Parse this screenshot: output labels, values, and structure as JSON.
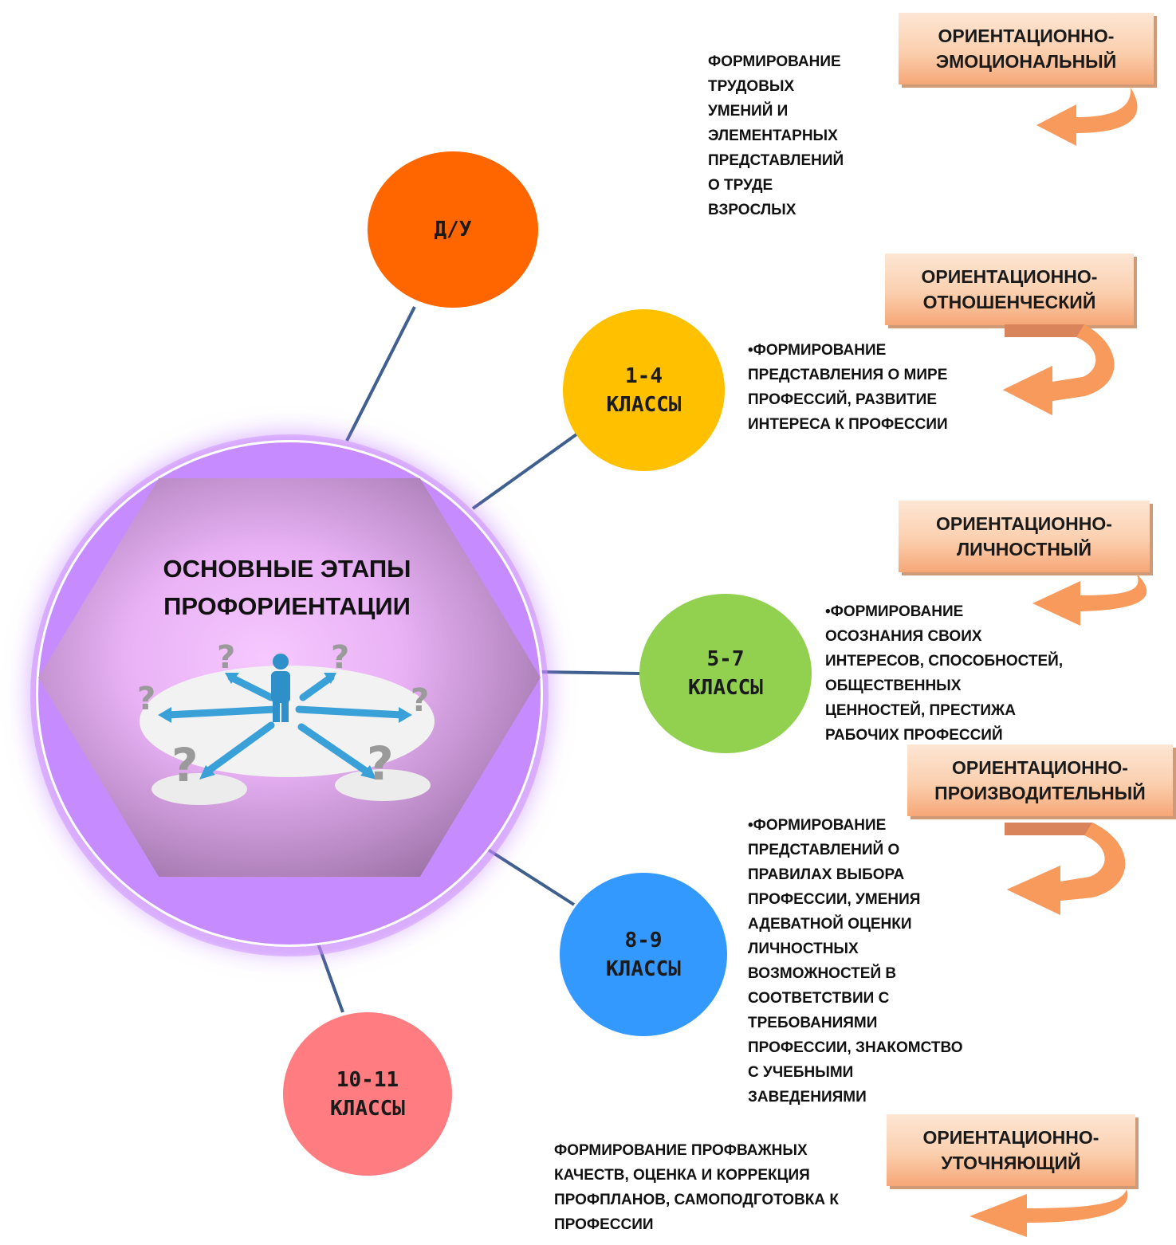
{
  "core": {
    "title_line1": "ОСНОВНЫЕ ЭТАПЫ",
    "title_line2": "ПРОФОРИЕНТАЦИИ"
  },
  "nodes": {
    "du": {
      "label": "Д/У",
      "color": "#ff6600"
    },
    "g1_4": {
      "line1": "1-4",
      "line2": "КЛАССЫ",
      "color": "#ffc000"
    },
    "g5_7": {
      "line1": "5-7",
      "line2": "КЛАССЫ",
      "color": "#92d050"
    },
    "g8_9": {
      "line1": "8-9",
      "line2": "КЛАССЫ",
      "color": "#3399ff"
    },
    "g10_11": {
      "line1": "10-11",
      "line2": "КЛАССЫ",
      "color": "#ff7c80"
    }
  },
  "stages": {
    "s1": {
      "line1": "ОРИЕНТАЦИОННО-",
      "line2": "ЭМОЦИОНАЛЬНЫЙ"
    },
    "s2": {
      "line1": "ОРИЕНТАЦИОННО-",
      "line2": "ОТНОШЕНЧЕСКИЙ"
    },
    "s3": {
      "line1": "ОРИЕНТАЦИОННО-",
      "line2": "ЛИЧНОСТНЫЙ"
    },
    "s4": {
      "line1": "ОРИЕНТАЦИОННО-",
      "line2": "ПРОИЗВОДИТЕЛЬНЫЙ"
    },
    "s5": {
      "line1": "ОРИЕНТАЦИОННО-",
      "line2": "УТОЧНЯЮЩИЙ"
    }
  },
  "descriptions": {
    "d1": [
      "ФОРМИРОВАНИЕ",
      "ТРУДОВЫХ",
      "УМЕНИЙ И",
      "ЭЛЕМЕНТАРНЫХ",
      "ПРЕДСТАВЛЕНИЙ",
      "О ТРУДЕ",
      "ВЗРОСЛЫХ"
    ],
    "d2": [
      "•ФОРМИРОВАНИЕ",
      "ПРЕДСТАВЛЕНИЯ О МИРЕ",
      "ПРОФЕССИЙ,  РАЗВИТИЕ",
      "ИНТЕРЕСА К ПРОФЕССИИ"
    ],
    "d3": [
      "•ФОРМИРОВАНИЕ",
      "ОСОЗНАНИЯ СВОИХ",
      "ИНТЕРЕСОВ, СПОСОБНОСТЕЙ,",
      "ОБЩЕСТВЕННЫХ",
      "ЦЕННОСТЕЙ, ПРЕСТИЖА",
      "РАБОЧИХ ПРОФЕССИЙ"
    ],
    "d4": [
      "•ФОРМИРОВАНИЕ",
      "ПРЕДСТАВЛЕНИЙ О",
      "ПРАВИЛАХ ВЫБОРА",
      "ПРОФЕССИИ, УМЕНИЯ",
      "АДЕВАТНОЙ ОЦЕНКИ",
      "ЛИЧНОСТНЫХ",
      "ВОЗМОЖНОСТЕЙ В",
      "СООТВЕТСТВИИ С",
      "ТРЕБОВАНИЯМИ",
      "ПРОФЕССИИ, ЗНАКОМСТВО",
      "С УЧЕБНЫМИ",
      "ЗАВЕДЕНИЯМИ"
    ],
    "d5": [
      "ФОРМИРОВАНИЕ ПРОФВАЖНЫХ",
      "КАЧЕСТВ, ОЦЕНКА И КОРРЕКЦИЯ",
      "ПРОФПЛАНОВ, САМОПОДГОТОВКА К",
      "ПРОФЕССИИ"
    ]
  },
  "colors": {
    "connector": "#3f5f8f",
    "core": "#c68cff",
    "stage_box": "#fbcfae",
    "arrow": "#f79a5c"
  },
  "icons": {
    "people": "people-network-icon",
    "arrow": "curved-arrow-icon"
  }
}
